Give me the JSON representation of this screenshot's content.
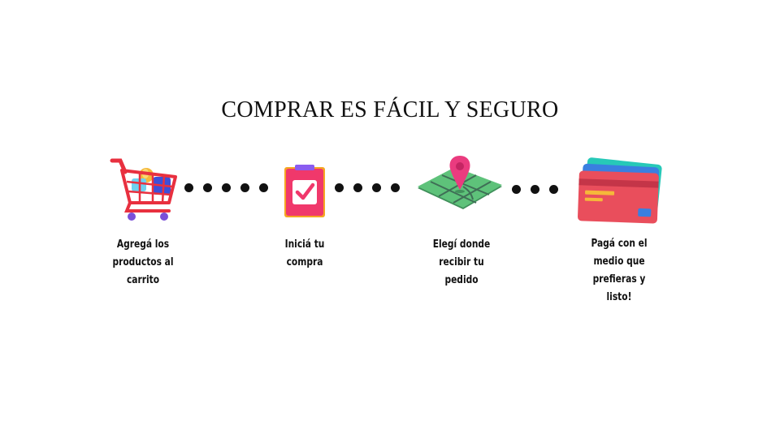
{
  "title": "COMPRAR ES FÁCIL Y SEGURO",
  "steps": [
    {
      "icon": "shopping-cart-icon",
      "line1": "Agregá los",
      "line2": "productos al",
      "line3": "carrito"
    },
    {
      "icon": "checkbox-clipboard-icon",
      "line1": "Iniciá tu",
      "line2": "compra"
    },
    {
      "icon": "map-pin-icon",
      "line1": "Elegí donde",
      "line2": "recibir tu",
      "line3": "pedido"
    },
    {
      "icon": "credit-card-icon",
      "line1": "Pagá con el",
      "line2": "medio que",
      "line3": "prefieras y",
      "line4": "listo!"
    }
  ],
  "colors": {
    "cart_red": "#e8303f",
    "card_red": "#e94e5c",
    "card_teal": "#27c9b8",
    "clipboard_pink": "#f0386b",
    "map_green": "#5ec27a",
    "pin_pink": "#ea3b7f",
    "dot": "#111111"
  }
}
